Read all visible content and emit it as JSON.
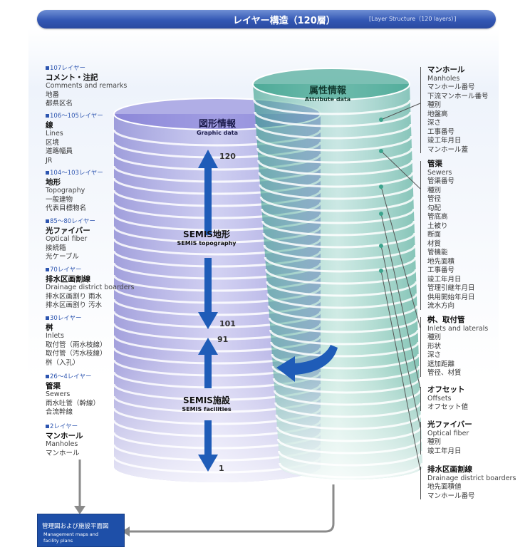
{
  "header": {
    "title": "レイヤー構造（120層）",
    "subtitle": "[Layer Structure（120 layers）]"
  },
  "left_groups": [
    {
      "layer": "107レイヤー",
      "title": "コメント・注記",
      "en": "Comments and remarks",
      "items": [
        "地番",
        "都県区名"
      ]
    },
    {
      "layer": "106～105レイヤー",
      "title": "線",
      "en": "Lines",
      "items": [
        "区境",
        "道路幅員",
        "JR"
      ]
    },
    {
      "layer": "104～103レイヤー",
      "title": "地形",
      "en": "Topography",
      "items": [
        "一般建物",
        "代表目標物名"
      ]
    },
    {
      "layer": "85～80レイヤー",
      "title": "光ファイバー",
      "en": "Optical fiber",
      "items": [
        "接続箱",
        "光ケーブル"
      ]
    },
    {
      "layer": "70レイヤー",
      "title": "排水区画割線",
      "en": "Drainage district boarders",
      "items": [
        "排水区画割り 雨水",
        "排水区画割り 汚水"
      ]
    },
    {
      "layer": "30レイヤー",
      "title": "桝",
      "en": "Inlets",
      "items": [
        "取付管（雨水枝線）",
        "取付管（汚水枝線）",
        "桝（入孔）"
      ]
    },
    {
      "layer": "26～4レイヤー",
      "title": "管渠",
      "en": "Sewers",
      "items": [
        "雨水吐管（幹線）",
        "合流幹線"
      ]
    },
    {
      "layer": "2レイヤー",
      "title": "マンホール",
      "en": "Manholes",
      "items": [
        "マンホール"
      ]
    }
  ],
  "right_groups": [
    {
      "title": "マンホール",
      "en": "Manholes",
      "items": [
        "マンホール番号",
        "下流マンホール番号",
        "種別",
        "地盤高",
        "深さ",
        "工事番号",
        "竣工年月日",
        "マンホール蓋"
      ]
    },
    {
      "title": "管渠",
      "en": "Sewers",
      "items": [
        "管渠番号",
        "種別",
        "管径",
        "勾配",
        "管底高",
        "土被り",
        "断面",
        "材質",
        "管機能",
        "地先面積",
        "工事番号",
        "竣工年月日",
        "管理引継年月日",
        "供用開始年月日",
        "流水方向"
      ]
    },
    {
      "title": "桝、取付管",
      "en": "Inlets and laterals",
      "items": [
        "種別",
        "形状",
        "深さ",
        "遮加距離",
        "管径、材質"
      ]
    },
    {
      "title": "オフセット",
      "en": "Offsets",
      "items": [
        "オフセット値"
      ]
    },
    {
      "title": "光ファイバー",
      "en": "Optical fiber",
      "items": [
        "種別",
        "竣工年月日"
      ]
    },
    {
      "title": "排水区画割線",
      "en": "Drainage district boarders",
      "items": [
        "地先面積値",
        "マンホール番号"
      ]
    }
  ],
  "cylinders": {
    "graphic": {
      "jp": "図形情報",
      "en": "Graphic data"
    },
    "attribute": {
      "jp": "属性情報",
      "en": "Attribute data"
    }
  },
  "labels": {
    "topo_jp": "SEMIS地形",
    "topo_en": "SEMIS topography",
    "fac_jp": "SEMIS施設",
    "fac_en": "SEMIS facilities",
    "n120": "120",
    "n101": "101",
    "n91": "91",
    "n1": "1"
  },
  "footer": {
    "jp": "管理図および施設平面図",
    "en1": "Management maps and",
    "en2": "facility plans"
  },
  "colors": {
    "header": "#3357b4",
    "graphic_cylinder": "#6a62c8",
    "attribute_cylinder": "#3fa58e",
    "arrow": "#1f5cb8"
  }
}
